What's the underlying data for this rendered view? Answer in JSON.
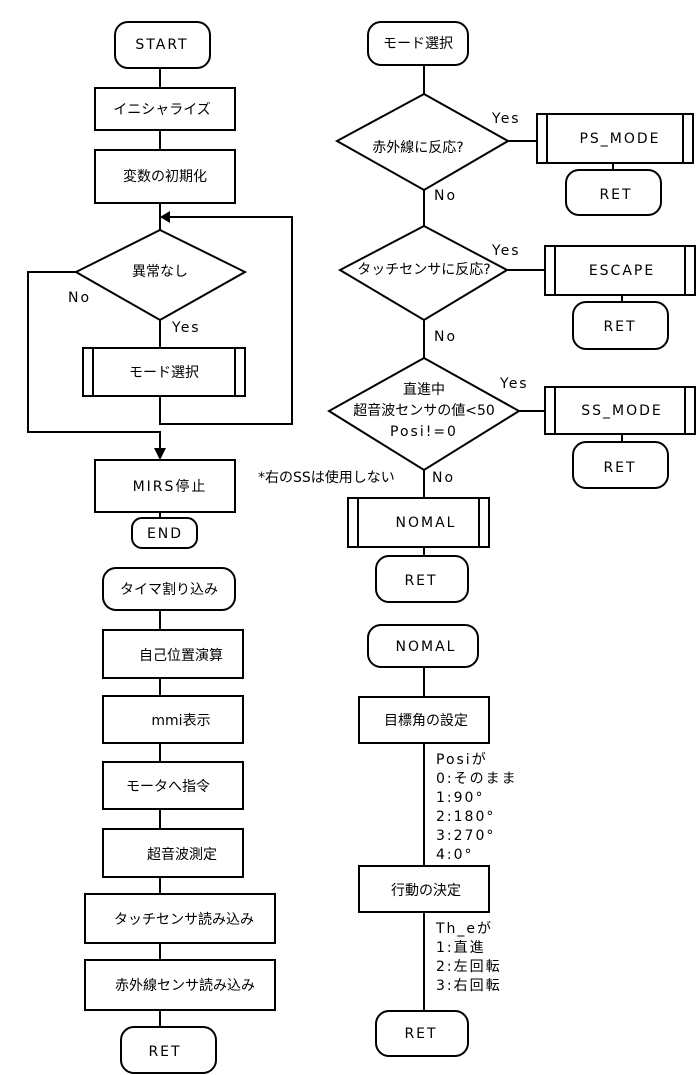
{
  "main_flow": {
    "start": "START",
    "init": "イニシャライズ",
    "var_init": "変数の初期化",
    "check": "異常なし",
    "no": "No",
    "yes": "Yes",
    "mode_select": "モード選択",
    "stop": "MIRS停止",
    "end": "END"
  },
  "timer_flow": {
    "start": "タイマ割り込み",
    "steps": [
      "自己位置演算",
      "mmi表示",
      "モータへ指令",
      "超音波測定",
      "タッチセンサ読み込み",
      "赤外線センサ読み込み"
    ],
    "ret": "RET"
  },
  "mode_flow": {
    "start": "モード選択",
    "d1": "赤外線に反応?",
    "d1_yes": "Yes",
    "d1_no": "No",
    "d1_action": "PS_MODE",
    "d2": "タッチセンサに反応?",
    "d2_yes": "Yes",
    "d2_no": "No",
    "d2_action": "ESCAPE",
    "d3_lines": [
      "直進中",
      "超音波センサの値<50",
      "Posi!=0"
    ],
    "d3_yes": "Yes",
    "d3_no": "No",
    "d3_action": "SS_MODE",
    "note": "*右のSSは使用しない",
    "default_action": "NOMAL",
    "ret": "RET"
  },
  "nomal_flow": {
    "start": "NOMAL",
    "step1": "目標角の設定",
    "posi_lines": [
      "Posiが",
      "0:そのまま",
      "1:90°",
      "2:180°",
      "3:270°",
      "4:0°"
    ],
    "step2": "行動の決定",
    "the_lines": [
      "Th_eが",
      "1:直進",
      "2:左回転",
      "3:右回転"
    ],
    "ret": "RET"
  }
}
